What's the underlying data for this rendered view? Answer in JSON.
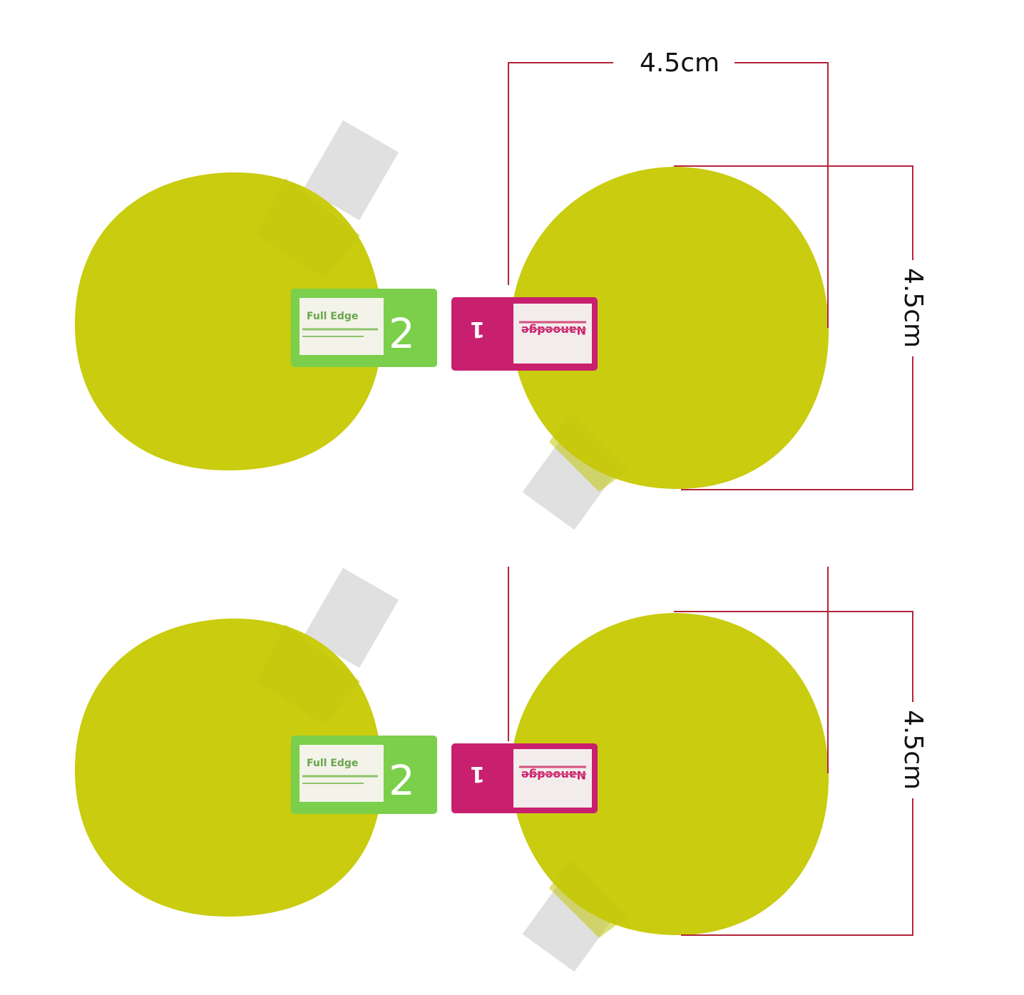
{
  "dimensions": {
    "width_label": "4.5cm",
    "height_label_top": "4.5cm",
    "height_label_bottom": "4.5cm"
  },
  "film_labels": {
    "green_tab_number": "2",
    "green_tab_text": "Full Edge",
    "pink_tab_number": "1",
    "pink_tab_text": "Nanoedge"
  },
  "colors": {
    "film": "#c9cc0f",
    "dimension_line": "#b3243a",
    "green_tab": "#7bcf4a",
    "pink_tab": "#c81f6e",
    "release_tab": "#e0e0e0"
  }
}
